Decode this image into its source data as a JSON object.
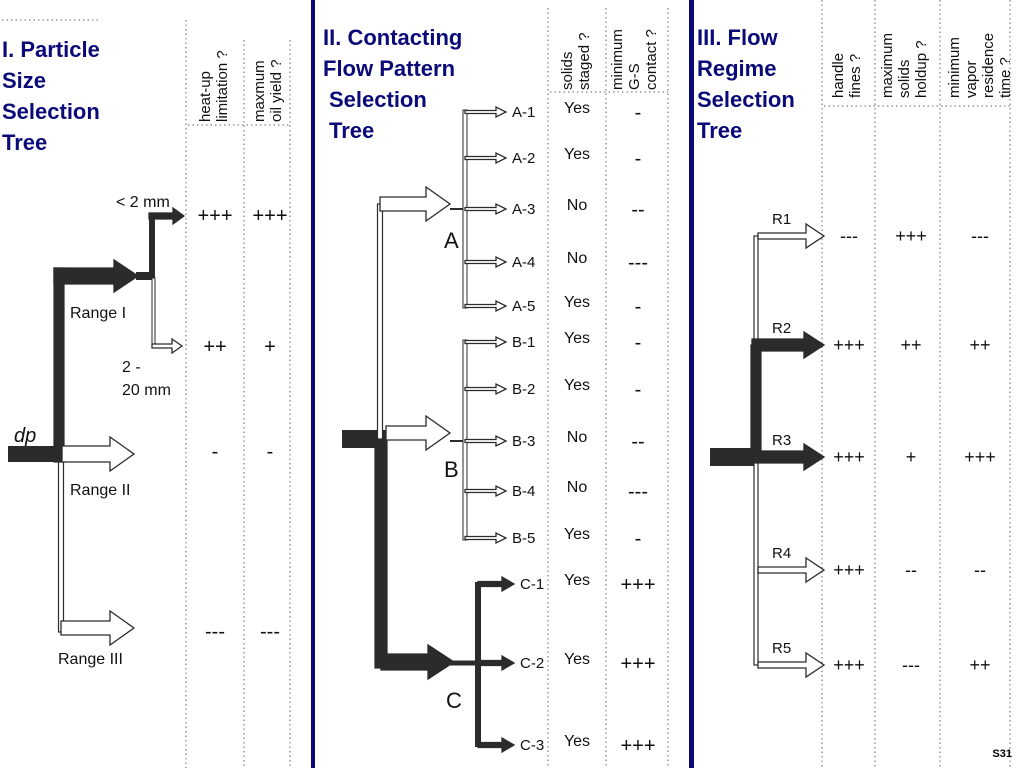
{
  "slide_number": "S31",
  "panels": [
    {
      "title_lines": [
        "I. Particle",
        "Size",
        "Selection",
        "Tree"
      ]
    },
    {
      "title_lines": [
        "II. Contacting",
        "Flow Pattern",
        "Selection",
        "Tree"
      ]
    },
    {
      "title_lines": [
        "III. Flow",
        "Regime",
        "Selection",
        "Tree"
      ]
    }
  ],
  "tree1": {
    "input_symbol": "dp",
    "columns": [
      {
        "lines": [
          "heat-up",
          "limitation ?"
        ]
      },
      {
        "lines": [
          "maxmum",
          "oil yield ?"
        ]
      }
    ],
    "branches": [
      {
        "label": "Range I",
        "selected": true
      },
      {
        "label": "Range II",
        "selected": false
      },
      {
        "label": "Range III",
        "selected": false
      }
    ],
    "sub_branches": [
      {
        "label": "< 2 mm",
        "selected": true
      },
      {
        "label_lines": [
          "2 -",
          "20 mm"
        ],
        "selected": false
      }
    ],
    "ratings": [
      {
        "row": "< 2 mm",
        "heat": "+++",
        "yield": "+++"
      },
      {
        "row": "2 - 20 mm",
        "heat": "++",
        "yield": "+"
      },
      {
        "row": "Range II",
        "heat": "-",
        "yield": "-"
      },
      {
        "row": "Range III",
        "heat": "---",
        "yield": "---"
      }
    ]
  },
  "tree2": {
    "columns": [
      {
        "lines": [
          "solids",
          "staged ?"
        ]
      },
      {
        "lines": [
          "minimum",
          "G-S",
          "contact ?"
        ]
      }
    ],
    "groups": [
      {
        "label": "A",
        "selected": false,
        "leaves": [
          {
            "id": "A-1",
            "staged": "Yes",
            "contact": "-"
          },
          {
            "id": "A-2",
            "staged": "Yes",
            "contact": "-"
          },
          {
            "id": "A-3",
            "staged": "No",
            "contact": "--"
          },
          {
            "id": "A-4",
            "staged": "No",
            "contact": "---"
          },
          {
            "id": "A-5",
            "staged": "Yes",
            "contact": "-"
          }
        ]
      },
      {
        "label": "B",
        "selected": false,
        "leaves": [
          {
            "id": "B-1",
            "staged": "Yes",
            "contact": "-"
          },
          {
            "id": "B-2",
            "staged": "Yes",
            "contact": "-"
          },
          {
            "id": "B-3",
            "staged": "No",
            "contact": "--"
          },
          {
            "id": "B-4",
            "staged": "No",
            "contact": "---"
          },
          {
            "id": "B-5",
            "staged": "Yes",
            "contact": "-"
          }
        ]
      },
      {
        "label": "C",
        "selected": true,
        "leaves": [
          {
            "id": "C-1",
            "staged": "Yes",
            "contact": "+++"
          },
          {
            "id": "C-2",
            "staged": "Yes",
            "contact": "+++"
          },
          {
            "id": "C-3",
            "staged": "Yes",
            "contact": "+++"
          }
        ]
      }
    ]
  },
  "tree3": {
    "columns": [
      {
        "lines": [
          "handle",
          "fines ?"
        ]
      },
      {
        "lines": [
          "maximum",
          "solids",
          "holdup ?"
        ]
      },
      {
        "lines": [
          "minimum",
          "vapor",
          "residence",
          "time ?"
        ]
      }
    ],
    "regimes": [
      {
        "label": "R1",
        "selected": false,
        "fines": "---",
        "holdup": "+++",
        "residence": "---"
      },
      {
        "label": "R2",
        "selected": true,
        "fines": "+++",
        "holdup": "++",
        "residence": "++"
      },
      {
        "label": "R3",
        "selected": true,
        "fines": "+++",
        "holdup": "+",
        "residence": "+++"
      },
      {
        "label": "R4",
        "selected": false,
        "fines": "+++",
        "holdup": "--",
        "residence": "--"
      },
      {
        "label": "R5",
        "selected": false,
        "fines": "+++",
        "holdup": "---",
        "residence": "++"
      }
    ]
  }
}
